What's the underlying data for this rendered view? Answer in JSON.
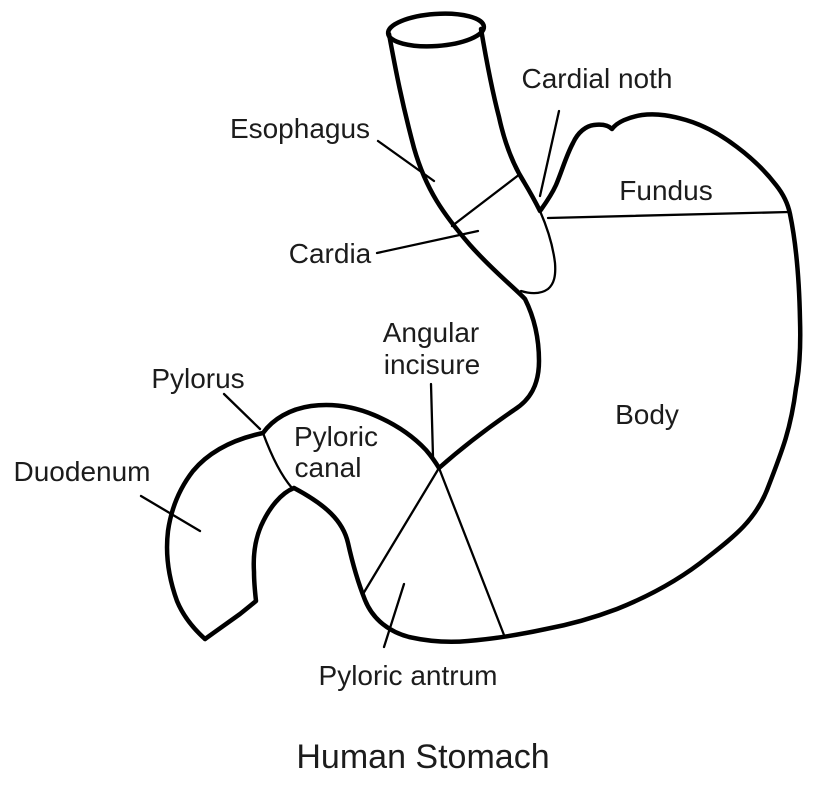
{
  "title": "Human Stomach",
  "labels": {
    "esophagus": "Esophagus",
    "cardial_notch": "Cardial noth",
    "fundus": "Fundus",
    "cardia": "Cardia",
    "angular_incisure_line1": "Angular",
    "angular_incisure_line2": "incisure",
    "body": "Body",
    "pylorus": "Pylorus",
    "pyloric_canal_line1": "Pyloric",
    "pyloric_canal_line2": "canal",
    "duodenum": "Duodenum",
    "pyloric_antrum": "Pyloric antrum"
  },
  "colors": {
    "outline": "#000000",
    "text": "#1c1c1c",
    "background": "#ffffff"
  }
}
